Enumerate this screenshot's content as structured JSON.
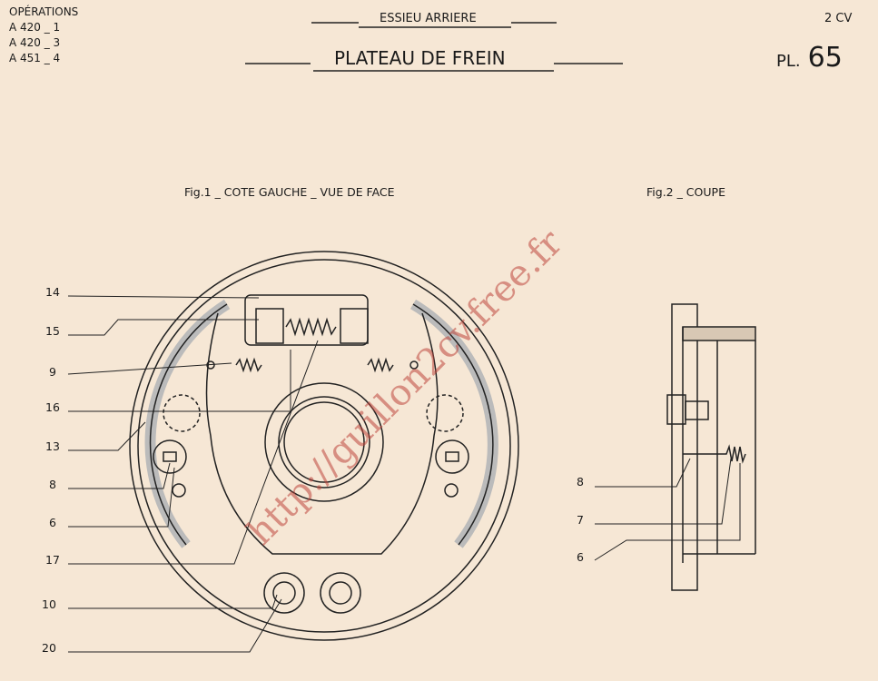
{
  "header": {
    "operations_title": "OPÉRATIONS",
    "operations": [
      "A  420 _ 1",
      "A  420 _ 3",
      "A  451 _ 4"
    ],
    "section": "ESSIEU ARRIERE",
    "title": "PLATEAU DE FREIN",
    "model": "2 CV",
    "plate_prefix": "PL.",
    "plate_number": "65"
  },
  "figures": {
    "fig1_caption": "Fig.1 _ COTE GAUCHE _ VUE DE FACE",
    "fig2_caption": "Fig.2 _ COUPE",
    "fig1_labels": [
      "14",
      "15",
      "9",
      "16",
      "13",
      "8",
      "6",
      "17",
      "10",
      "20"
    ],
    "fig2_labels": [
      "8",
      "7",
      "6"
    ]
  },
  "watermark": "http://guillon2cv.free.fr"
}
